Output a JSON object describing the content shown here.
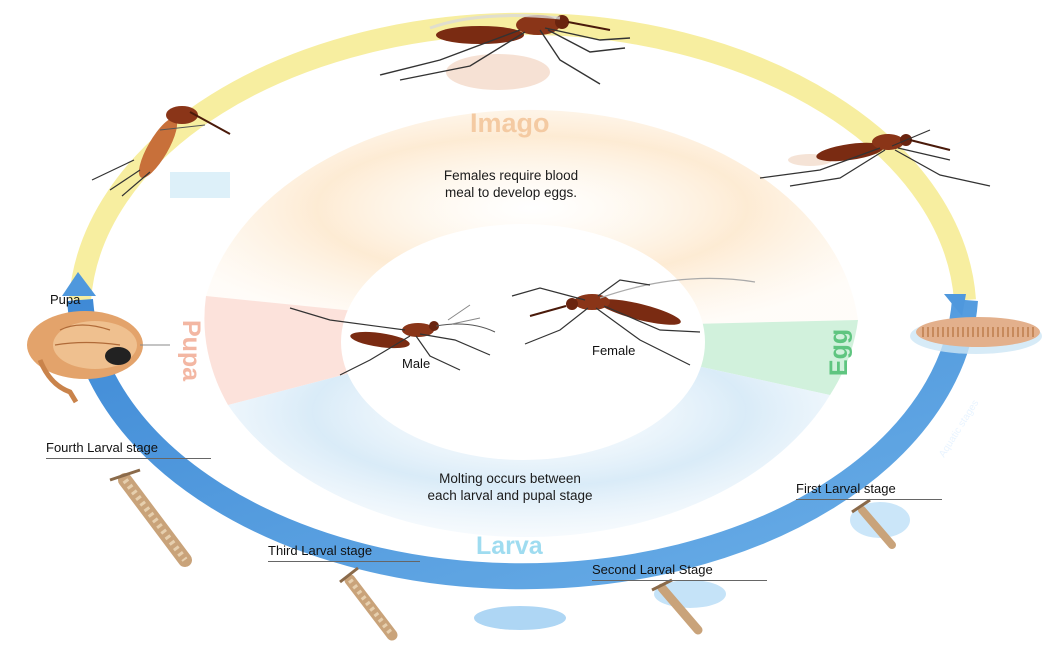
{
  "stages": {
    "imago": "Imago",
    "pupa": "Pupa",
    "larva": "Larva",
    "egg": "Egg"
  },
  "notes": {
    "females_line1": "Females require blood",
    "females_line2": "meal to develop eggs.",
    "molting_line1": "Molting occurs between",
    "molting_line2": "each larval and pupal stage"
  },
  "labels": {
    "male": "Male",
    "female": "Female",
    "pupa": "Pupa",
    "fourth_larval": "Fourth Larval stage",
    "third_larval": "Third Larval stage",
    "second_larval": "Second Larval Stage",
    "first_larval": "First Larval stage",
    "aquatic": "Aquatic stages"
  },
  "colors": {
    "ring_aerial": "#f7eea0",
    "ring_aquatic": "#4f98dd",
    "imago_text": "#f4caa2",
    "pupa_text": "#f3b7a3",
    "larva_text": "#9fdcf0",
    "egg_text": "#5fc580",
    "mosquito_body": "#7a2b12"
  },
  "icons": [
    "mosquito-icon",
    "pupa-icon",
    "larva-icon",
    "egg-raft-icon"
  ]
}
